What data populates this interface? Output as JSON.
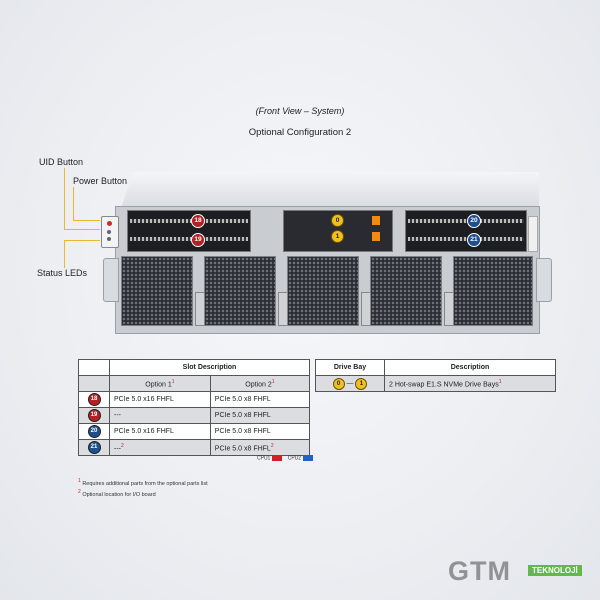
{
  "view_title": "(Front View – System)",
  "config_title": "Optional Configuration 2",
  "callouts": {
    "uid_button": "UID Button",
    "power_button": "Power Button",
    "status_leds": "Status LEDs"
  },
  "slot_badges": [
    "18",
    "19",
    "20",
    "21"
  ],
  "drive_badges": [
    "0",
    "1"
  ],
  "slot_table": {
    "header": "Slot Description",
    "option1": "Option 1",
    "option2": "Option 2",
    "marks": {
      "option1": "1",
      "option2": "1"
    },
    "rows": [
      {
        "slot": "18",
        "cpu": "red",
        "opt1": "PCIe 5.0 x16 FHFL",
        "opt2": "PCIe 5.0 x8 FHFL",
        "opt2_note": ""
      },
      {
        "slot": "19",
        "cpu": "red",
        "opt1": "---",
        "opt2": "PCIe 5.0 x8 FHFL",
        "opt2_note": ""
      },
      {
        "slot": "20",
        "cpu": "blue",
        "opt1": "PCIe 5.0 x16 FHFL",
        "opt2": "PCIe 5.0 x8 FHFL",
        "opt2_note": ""
      },
      {
        "slot": "21",
        "cpu": "blue",
        "opt1": "---",
        "opt1_note": "2",
        "opt2": "PCIe 5.0 x8 FHFL",
        "opt2_note": "2"
      }
    ]
  },
  "drive_table": {
    "header_bay": "Drive Bay",
    "header_desc": "Description",
    "bay_from": "0",
    "bay_sep": "—",
    "bay_to": "1",
    "description": "2 Hot-swap E1.S NVMe Drive Bays",
    "note": "1"
  },
  "cpu_legend": {
    "cpu1": "CPU1",
    "cpu2": "CPU2",
    "cpu1_color": "#d21f26",
    "cpu2_color": "#1f63c6"
  },
  "footnotes": [
    {
      "mark": "1",
      "text": "Requires additional parts from the optional parts list"
    },
    {
      "mark": "2",
      "text": "Optional location for I/O board"
    }
  ],
  "logo": {
    "text": "GTM",
    "badge": "TEKNOLOJİ"
  }
}
